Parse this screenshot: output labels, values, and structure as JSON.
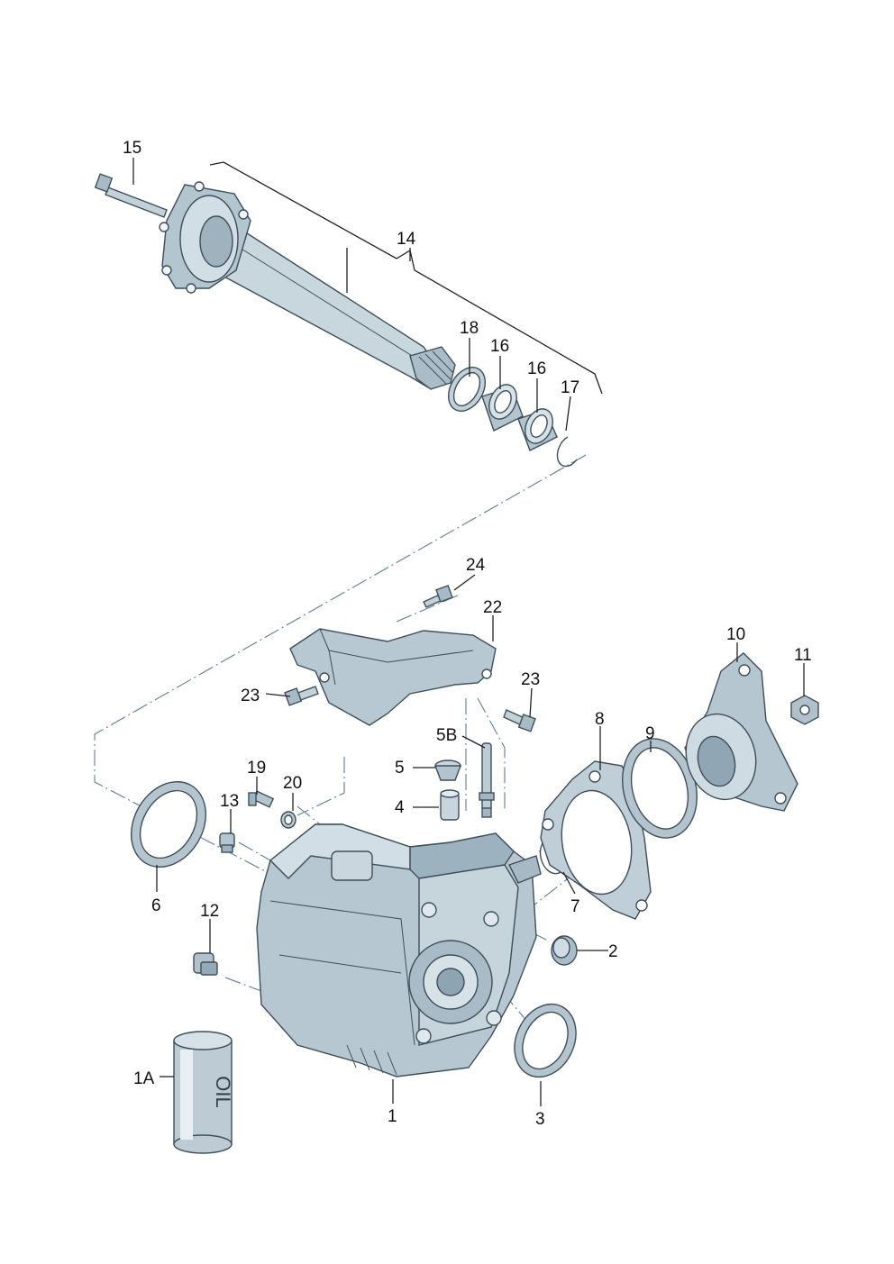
{
  "colors": {
    "part_fill": "#b9c9d3",
    "part_light": "#dde7ed",
    "part_dark": "#7f96a4",
    "outline": "#3e4f5a",
    "leader": "#222222",
    "centerline": "#5d7f93"
  },
  "callouts": {
    "c1": "1",
    "c1A": "1A",
    "c2": "2",
    "c3": "3",
    "c4": "4",
    "c5": "5",
    "c5B": "5B",
    "c6": "6",
    "c7": "7",
    "c8": "8",
    "c9": "9",
    "c10": "10",
    "c11": "11",
    "c12": "12",
    "c13": "13",
    "c14": "14",
    "c15": "15",
    "c16a": "16",
    "c16b": "16",
    "c17": "17",
    "c18": "18",
    "c19": "19",
    "c20": "20",
    "c22": "22",
    "c23a": "23",
    "c23b": "23",
    "c24": "24"
  },
  "oil_can_logo": "OIL"
}
